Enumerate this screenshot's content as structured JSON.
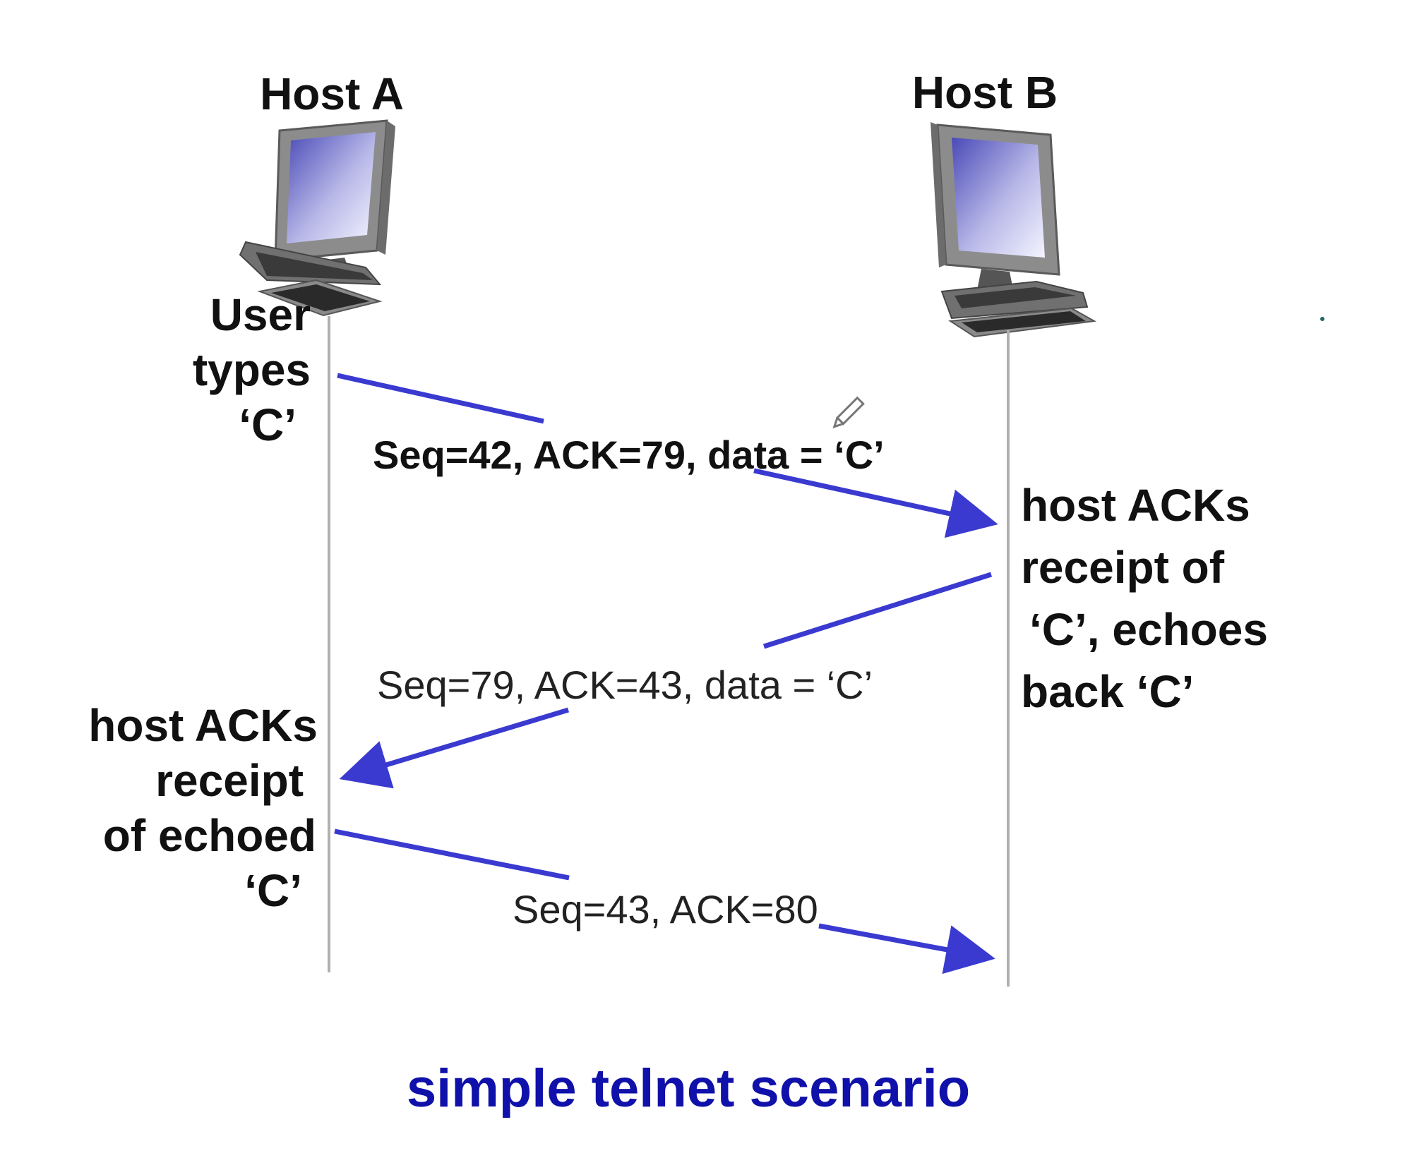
{
  "host_a": {
    "label": "Host A"
  },
  "host_b": {
    "label": "Host B"
  },
  "notes": {
    "user_types": [
      "User",
      "types",
      "‘C’"
    ],
    "host_b_acks": [
      "host ACKs",
      "receipt of",
      "‘C’, echoes",
      "back ‘C’"
    ],
    "host_a_acks": [
      "host ACKs",
      "receipt",
      "of echoed",
      "‘C’"
    ]
  },
  "messages": [
    {
      "label": "Seq=42, ACK=79, data = ‘C’",
      "bold": true,
      "direction": "A-to-B"
    },
    {
      "label": "Seq=79, ACK=43, data = ‘C’",
      "bold": false,
      "direction": "B-to-A"
    },
    {
      "label": "Seq=43, ACK=80",
      "bold": false,
      "direction": "A-to-B"
    }
  ],
  "caption": "simple telnet scenario",
  "colors": {
    "arrow": "#3a3ad0",
    "caption": "#1010aa",
    "timeline": "#b0b0b0",
    "text": "#111111"
  },
  "icons": {
    "host_a": "desktop-computer-icon",
    "host_b": "desktop-computer-icon"
  }
}
